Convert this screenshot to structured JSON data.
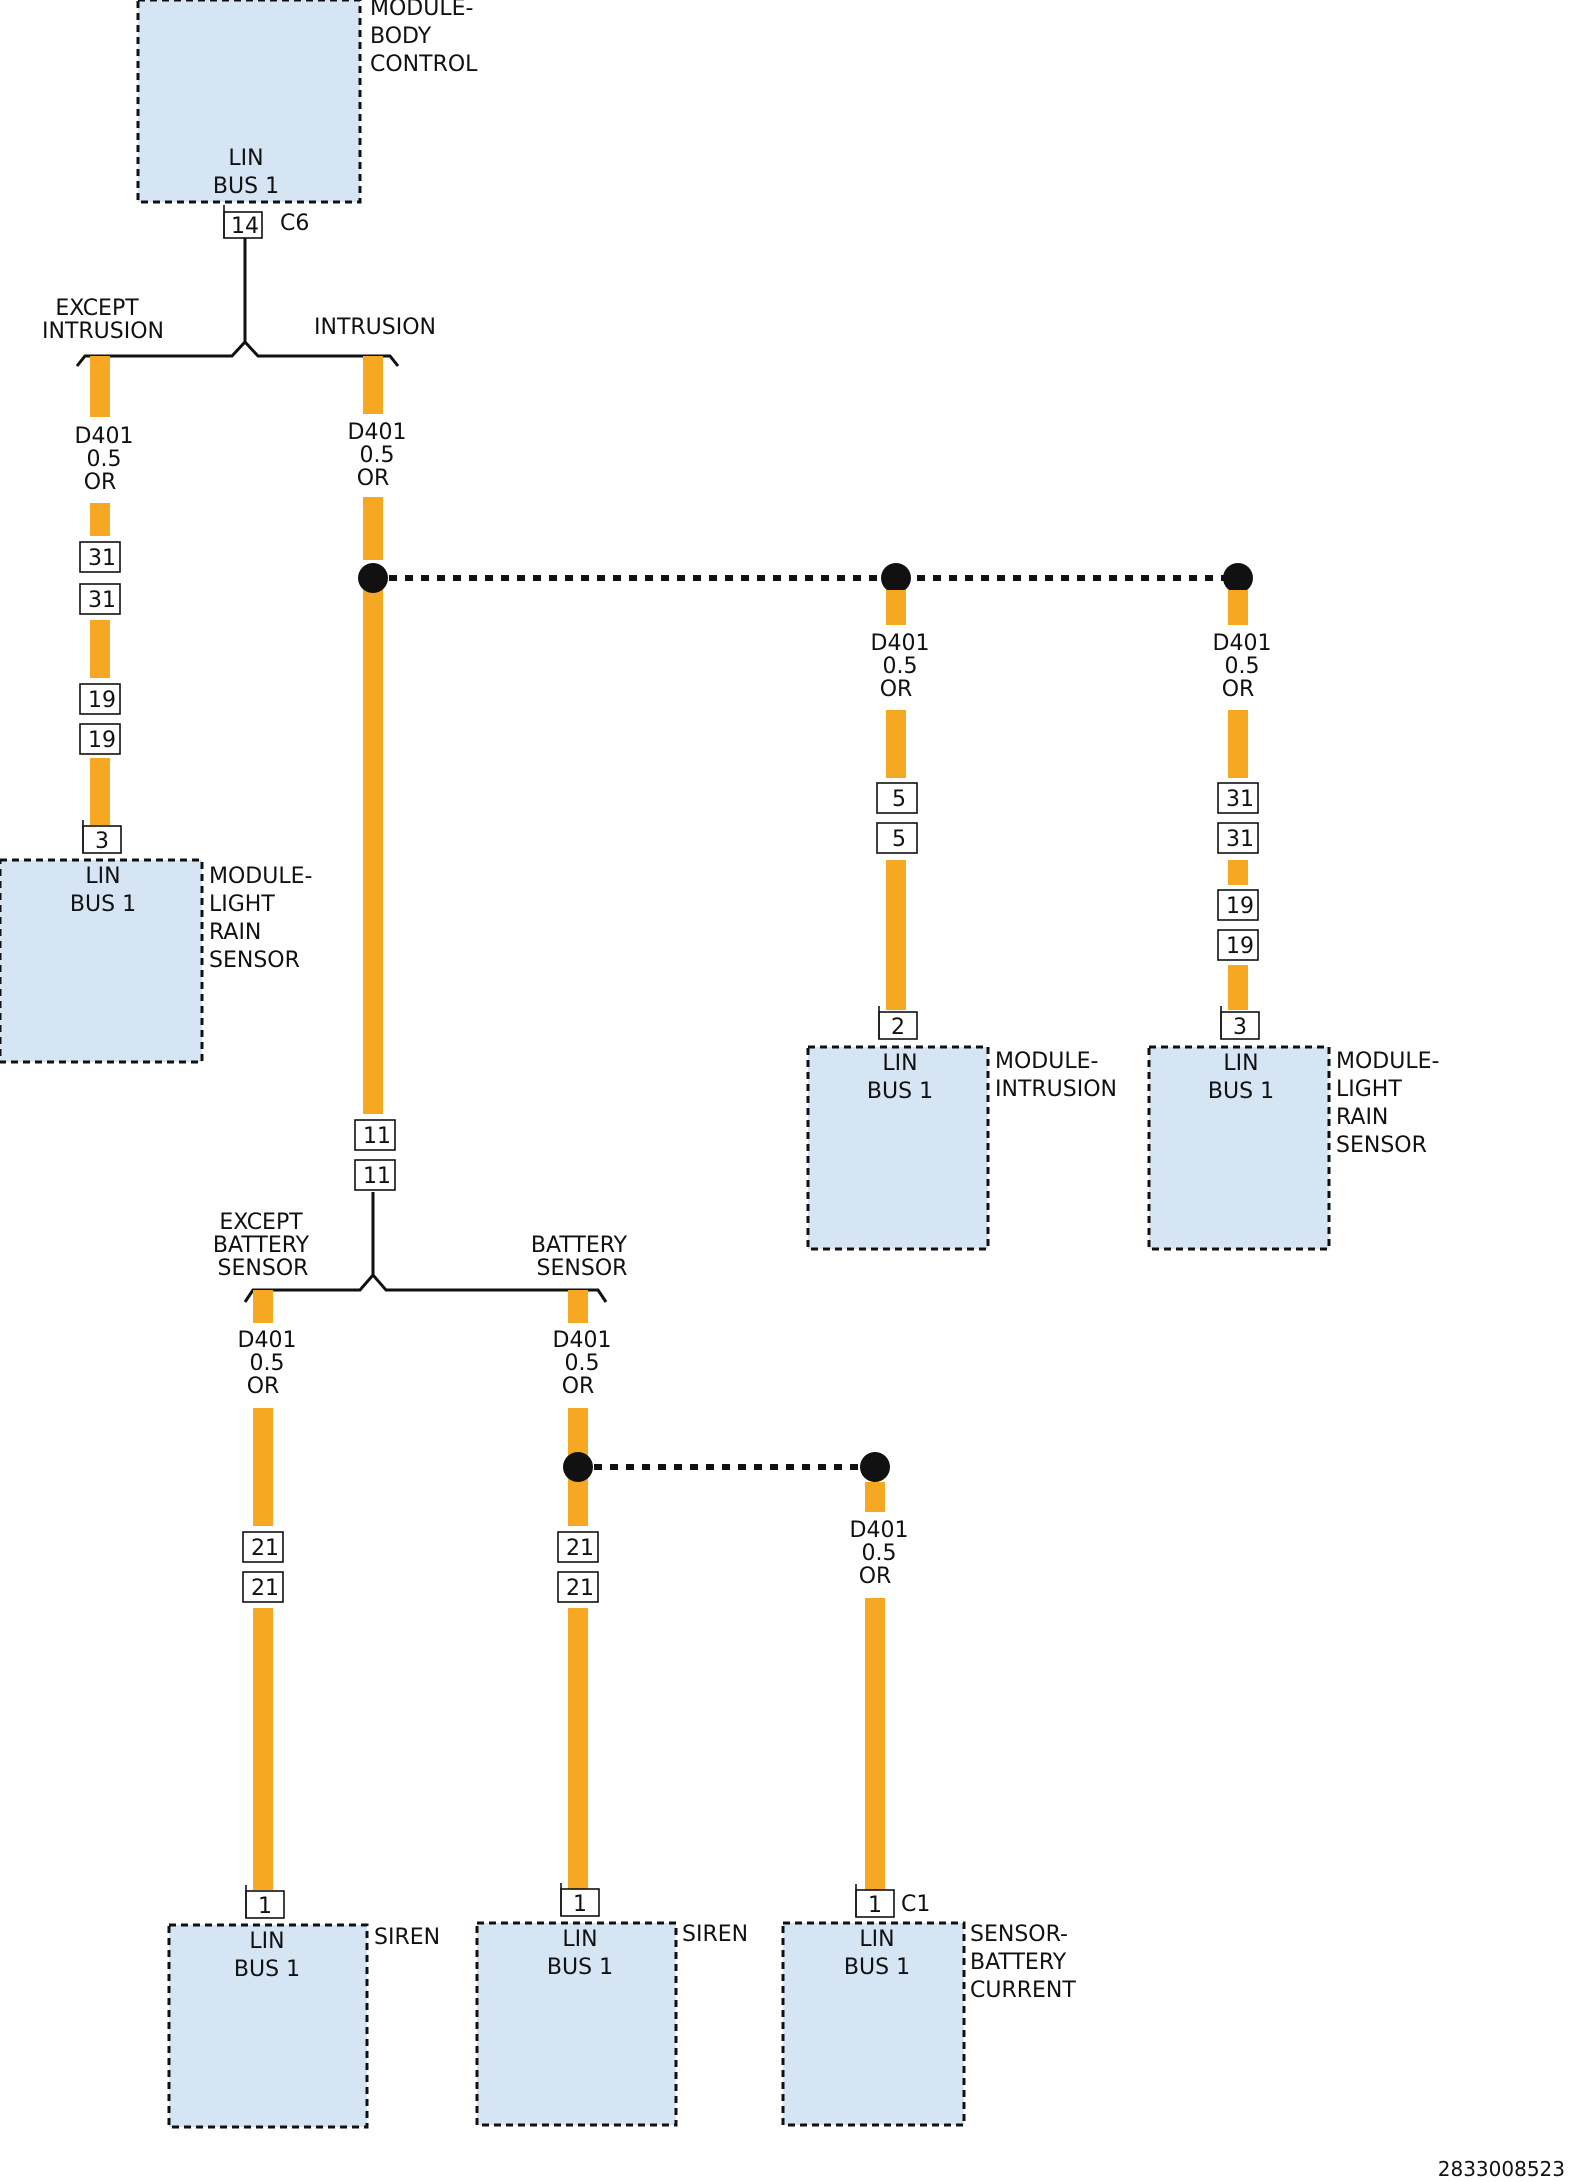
{
  "modules": {
    "body_control": {
      "name_lines": [
        "MODULE-",
        "BODY",
        "CONTROL"
      ],
      "pin_label": [
        "LIN",
        "BUS 1"
      ]
    },
    "light_rain_left": {
      "name_lines": [
        "MODULE-",
        "LIGHT",
        "RAIN",
        "SENSOR"
      ],
      "pin_label": [
        "LIN",
        "BUS 1"
      ]
    },
    "intrusion": {
      "name_lines": [
        "MODULE-",
        "INTRUSION"
      ],
      "pin_label": [
        "LIN",
        "BUS 1"
      ]
    },
    "light_rain_right": {
      "name_lines": [
        "MODULE-",
        "LIGHT",
        "RAIN",
        "SENSOR"
      ],
      "pin_label": [
        "LIN",
        "BUS 1"
      ]
    },
    "siren_left": {
      "name_lines": [
        "SIREN"
      ],
      "pin_label": [
        "LIN",
        "BUS 1"
      ]
    },
    "siren_right": {
      "name_lines": [
        "SIREN"
      ],
      "pin_label": [
        "LIN",
        "BUS 1"
      ]
    },
    "battery_sensor": {
      "name_lines": [
        "SENSOR-",
        "BATTERY",
        "CURRENT"
      ],
      "pin_label": [
        "LIN",
        "BUS 1"
      ]
    }
  },
  "branches": {
    "except_intrusion": [
      "EXCEPT",
      "INTRUSION"
    ],
    "intrusion": [
      "INTRUSION"
    ],
    "except_battery_sensor": [
      "EXCEPT",
      "BATTERY",
      "SENSOR"
    ],
    "battery_sensor": [
      "BATTERY",
      "SENSOR"
    ]
  },
  "wire": {
    "circuit": "D401",
    "gauge": "0.5",
    "color_code": "OR"
  },
  "pins": {
    "bcm": "14",
    "bcm_connector": "C6",
    "lrs_left_a": "31",
    "lrs_left_b": "31",
    "lrs_left_c": "19",
    "lrs_left_d": "19",
    "lrs_left_end": "3",
    "main_a": "11",
    "main_b": "11",
    "intr_a": "5",
    "intr_b": "5",
    "intr_end": "2",
    "lrs_right_a": "31",
    "lrs_right_b": "31",
    "lrs_right_c": "19",
    "lrs_right_d": "19",
    "lrs_right_end": "3",
    "siren_l_a": "21",
    "siren_l_b": "21",
    "siren_l_end": "1",
    "siren_r_a": "21",
    "siren_r_b": "21",
    "siren_r_end": "1",
    "batt_end": "1",
    "batt_connector": "C1"
  },
  "colors": {
    "wire": "#f7a823",
    "module_fill": "#d6e5f3"
  },
  "footer_id": "2833008523"
}
